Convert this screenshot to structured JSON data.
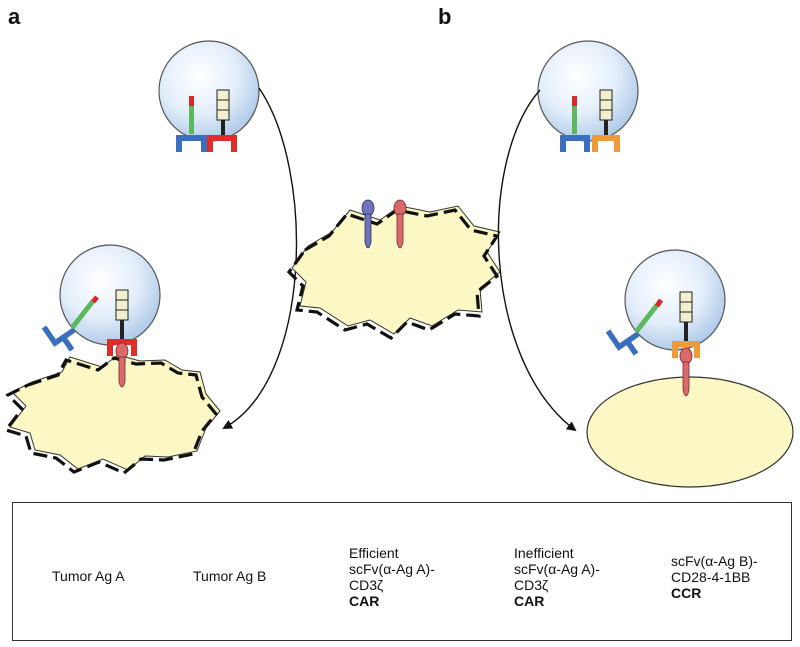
{
  "panels": {
    "a": "a",
    "b": "b"
  },
  "legend": {
    "tumor_ag_a": "Tumor Ag A",
    "tumor_ag_b": "Tumor Ag B",
    "efficient_car": {
      "line1": "Efficient",
      "line2": "scFv(α-Ag A)-",
      "line3": "CD3ζ",
      "line4": "CAR"
    },
    "inefficient_car": {
      "line1": "Inefficient",
      "line2": "scFv(α-Ag A)-",
      "line3": "CD3ζ",
      "line4": "CAR"
    },
    "ccr": {
      "line1": "scFv(α-Ag B)-",
      "line2": "CD28-4-1BB",
      "line3": "CCR"
    }
  },
  "colors": {
    "cell": "#d8e8f8",
    "tumor": "#fbf8c6",
    "antigen_a": "#d9696b",
    "antigen_b": "#6f73b8",
    "efficient_car": "#e02d27",
    "inefficient_car": "#ef9a3a",
    "ccr": "#3a6fbf",
    "ccr_stalk": "#5cb85c",
    "ccr_tip": "#d62a2a",
    "domain_box": "#f2f0cf"
  }
}
